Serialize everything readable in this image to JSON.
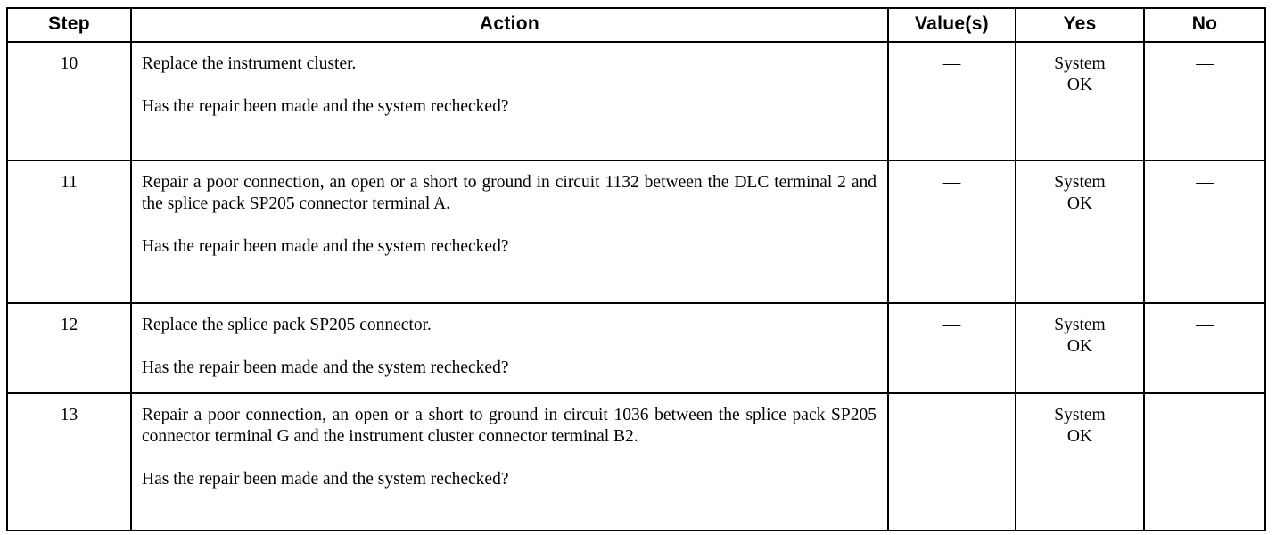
{
  "table": {
    "columns": [
      {
        "key": "step",
        "label": "Step"
      },
      {
        "key": "action",
        "label": "Action"
      },
      {
        "key": "value",
        "label": "Value(s)"
      },
      {
        "key": "yes",
        "label": "Yes"
      },
      {
        "key": "no",
        "label": "No"
      }
    ],
    "rows": [
      {
        "step": "10",
        "action_instruction": "Replace the instrument cluster.",
        "action_question": "Has the repair been made and the system rechecked?",
        "value": "—",
        "yes_line1": "System",
        "yes_line2": "OK",
        "no": "—"
      },
      {
        "step": "11",
        "action_instruction": "Repair a poor connection, an open or a short to ground in circuit 1132 between the DLC terminal 2 and the splice pack SP205 connector terminal A.",
        "action_question": "Has the repair been made and the system rechecked?",
        "value": "—",
        "yes_line1": "System",
        "yes_line2": "OK",
        "no": "—"
      },
      {
        "step": "12",
        "action_instruction": "Replace the splice pack SP205 connector.",
        "action_question": "Has the repair been made and the system rechecked?",
        "value": "—",
        "yes_line1": "System",
        "yes_line2": "OK",
        "no": "—"
      },
      {
        "step": "13",
        "action_instruction": "Repair a poor connection, an open or a short to ground in circuit 1036 between the splice pack SP205 connector terminal G and the instrument cluster connector terminal B2.",
        "action_question": "Has the repair been made and the system rechecked?",
        "value": "—",
        "yes_line1": "System",
        "yes_line2": "OK",
        "no": "—"
      }
    ]
  },
  "colors": {
    "border": "#000000",
    "text": "#000000",
    "background": "#ffffff"
  }
}
